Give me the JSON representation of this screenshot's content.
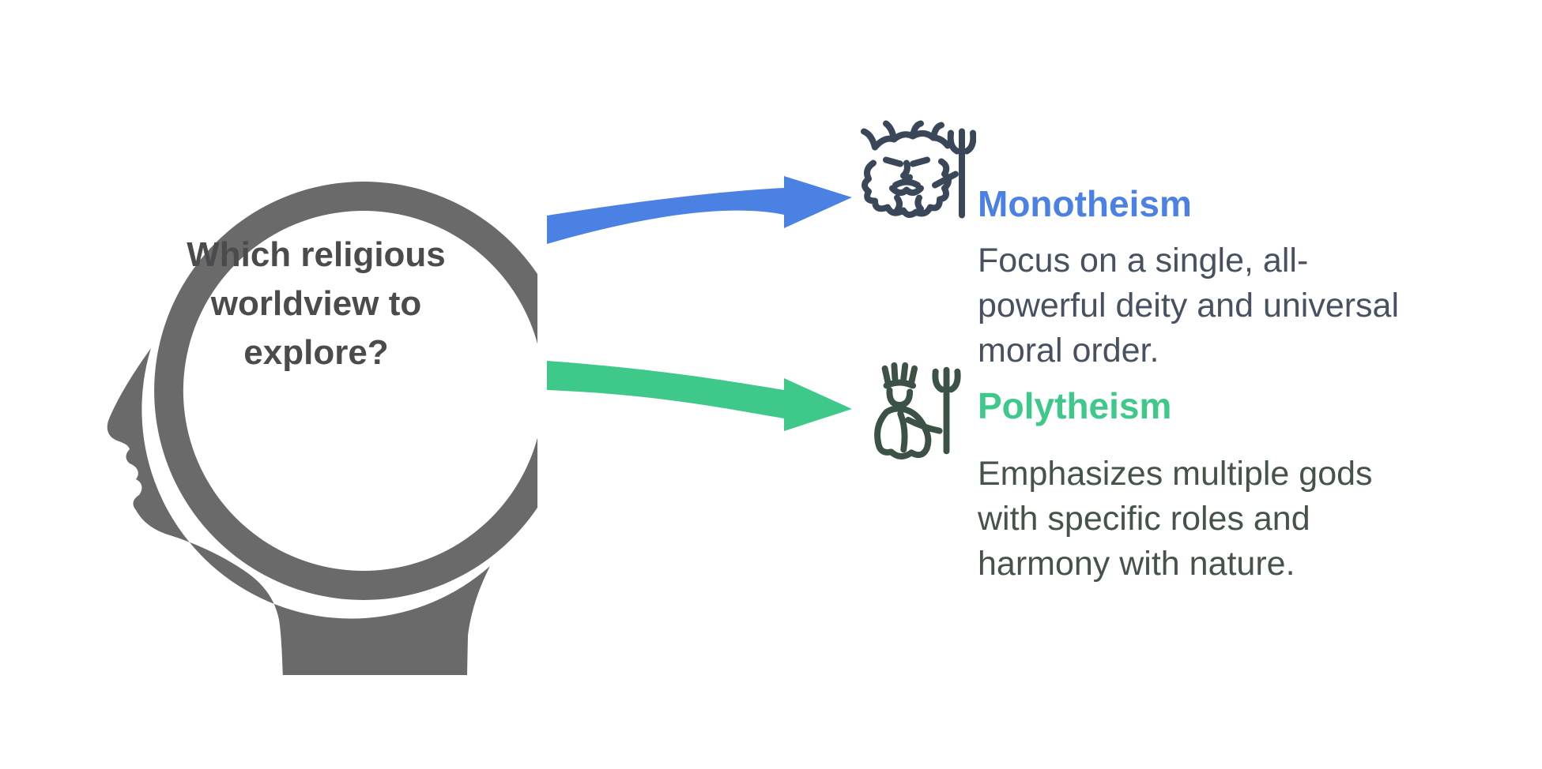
{
  "title": "Which religious worldview to explore? — decision infographic",
  "head": {
    "question": "Which religious\nworldview to\nexplore?"
  },
  "options": {
    "monotheism": {
      "label": "Monotheism",
      "description": "Focus on a single, all-\npowerful deity and universal\nmoral order.",
      "icon": "bearded-deity-with-trident-icon",
      "arrow": "blue-curved-arrow"
    },
    "polytheism": {
      "label": "Polytheism",
      "description": "Emphasizes multiple gods\nwith specific roles and\nharmony with nature.",
      "icon": "crowned-deity-with-trident-icon",
      "arrow": "green-curved-arrow"
    }
  },
  "colors": {
    "background": "#ffffff",
    "head_silhouette_gray": "#6a6a6a",
    "question_text": "#4b4b4d",
    "monotheism_accent": "#4c81e4",
    "monotheism_body_text": "#475160",
    "monotheism_icon": "#3a4759",
    "polytheism_accent": "#3ec98a",
    "polytheism_body_text": "#455349",
    "polytheism_icon": "#3c5246"
  }
}
